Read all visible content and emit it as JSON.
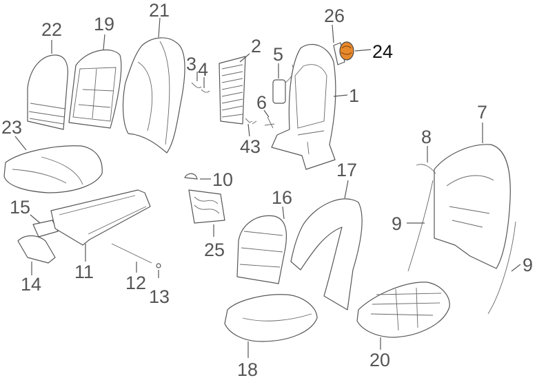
{
  "labels": {
    "p1": "1",
    "p2": "2",
    "p3": "3",
    "p4": "4",
    "p5": "5",
    "p6": "6",
    "p7": "7",
    "p8": "8",
    "p9a": "9",
    "p9b": "9",
    "p10": "10",
    "p11": "11",
    "p12": "12",
    "p13": "13",
    "p14": "14",
    "p15": "15",
    "p16": "16",
    "p17": "17",
    "p18": "18",
    "p19": "19",
    "p20": "20",
    "p21": "21",
    "p22": "22",
    "p23": "23",
    "p24": "24",
    "p25": "25",
    "p26": "26",
    "p43": "43"
  },
  "highlight": {
    "part": "24",
    "color": "#e8892c"
  },
  "colors": {
    "line": "#555555",
    "text": "#555555",
    "highlight_text": "#111111"
  }
}
